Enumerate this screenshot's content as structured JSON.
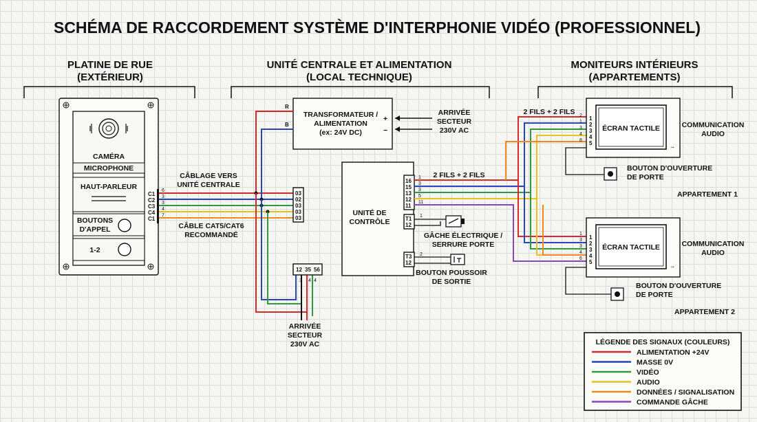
{
  "title": "SCHÉMA DE RACCORDEMENT  SYSTÈME D'INTERPHONIE VIDÉO (PROFESSIONNEL)",
  "sections": {
    "street": {
      "line1": "PLATINE DE RUE",
      "line2": "(EXTÉRIEUR)"
    },
    "central": {
      "line1": "UNITÉ CENTRALE ET ALIMENTATION",
      "line2": "(LOCAL TECHNIQUE)"
    },
    "monitors": {
      "line1": "MONITEURS INTÉRIEURS",
      "line2": "(APPARTEMENTS)"
    }
  },
  "panel": {
    "camera": "CAMÉRA",
    "microphone": "MICROPHONE",
    "speaker": "HAUT-PARLEUR",
    "buttons_l1": "BOUTONS",
    "buttons_l2": "D'APPEL",
    "button_12": "1-2",
    "terminals": [
      "C1",
      "C2",
      "C3",
      "C4",
      "C1"
    ],
    "wire_numbers": [
      "6",
      "3",
      "3",
      "4",
      "7"
    ]
  },
  "cabling": {
    "to_central_l1": "CÂBLAGE VERS",
    "to_central_l2": "UNITÉ CENTRALE",
    "cat_l1": "CÂBLE CAT5/CAT6",
    "cat_l2": "RECOMMANDÉ"
  },
  "terminal_block_labels": [
    "03",
    "02",
    "03",
    "03",
    "03"
  ],
  "transformer": {
    "line1": "TRANSFORMATEUR /",
    "line2": "ALIMENTATION",
    "line3": "(ex: 24V DC)",
    "plus": "+",
    "minus": "−",
    "r": "R",
    "b": "B"
  },
  "mains_right": {
    "l1": "ARRIVÉE",
    "l2": "SECTEUR",
    "l3": "230V AC"
  },
  "lower_block": {
    "labels": [
      "12",
      "35",
      "56"
    ],
    "pins": [
      "3",
      "4",
      "4"
    ]
  },
  "mains_bottom": {
    "l1": "ARRIVÉE",
    "l2": "SECTEUR",
    "l3": "230V AC"
  },
  "control": {
    "line1": "UNITÉ DE",
    "line2": "CONTRÔLE",
    "pins": [
      "16",
      "15",
      "13",
      "12",
      "11"
    ],
    "t_pins": [
      "T1",
      "12"
    ],
    "t_pins2": [
      "T3",
      "12"
    ],
    "wire_nums": [
      "1",
      "3",
      "3",
      "5",
      "11"
    ],
    "strike_wire": "1",
    "button_wire": "2"
  },
  "strike": {
    "l1": "GÂCHE ÉLECTRIQUE /",
    "l2": "SERRURE PORTE"
  },
  "exit_button": {
    "l1": "BOUTON POUSSOIR",
    "l2": "DE SORTIE"
  },
  "wires_label_mid": "2 FILS + 2 FILS",
  "wires_label_top": "2 FILS + 2 FILS",
  "monitor1": {
    "screen": "ÉCRAN TACTILE",
    "dots": "..",
    "pins": [
      "1",
      "2",
      "3",
      "4",
      "5"
    ],
    "wire_nums": [
      "2",
      "1",
      "3",
      "4",
      "8"
    ],
    "audio_l1": "COMMUNICATION",
    "audio_l2": "AUDIO",
    "door_l1": "BOUTON D'OUVERTURE",
    "door_l2": "DE PORTE",
    "apt": "APPARTEMENT 1"
  },
  "monitor2": {
    "screen": "ÉCRAN TACTILE",
    "dots": "..",
    "pins": [
      "1",
      "2",
      "3",
      "4",
      "5"
    ],
    "wire_nums": [
      "1",
      "3",
      "3",
      "4",
      "6"
    ],
    "audio_l1": "COMMUNICATION",
    "audio_l2": "AUDIO",
    "door_l1": "BOUTON D'OUVERTURE",
    "door_l2": "DE PORTE",
    "apt": "APPARTEMENT 2"
  },
  "legend": {
    "title": "LÉGENDE DES SIGNAUX (COULEURS)",
    "items": [
      {
        "label": "ALIMENTATION +24V",
        "color": "#d42a2a"
      },
      {
        "label": "MASSE 0V",
        "color": "#2846b4"
      },
      {
        "label": "VIDÉO",
        "color": "#2e9a3e"
      },
      {
        "label": "AUDIO",
        "color": "#e8c21c"
      },
      {
        "label": "DONNÉES / SIGNALISATION",
        "color": "#ee8a1c"
      },
      {
        "label": "COMMANDE GÂCHE",
        "color": "#8a45b8"
      }
    ]
  }
}
